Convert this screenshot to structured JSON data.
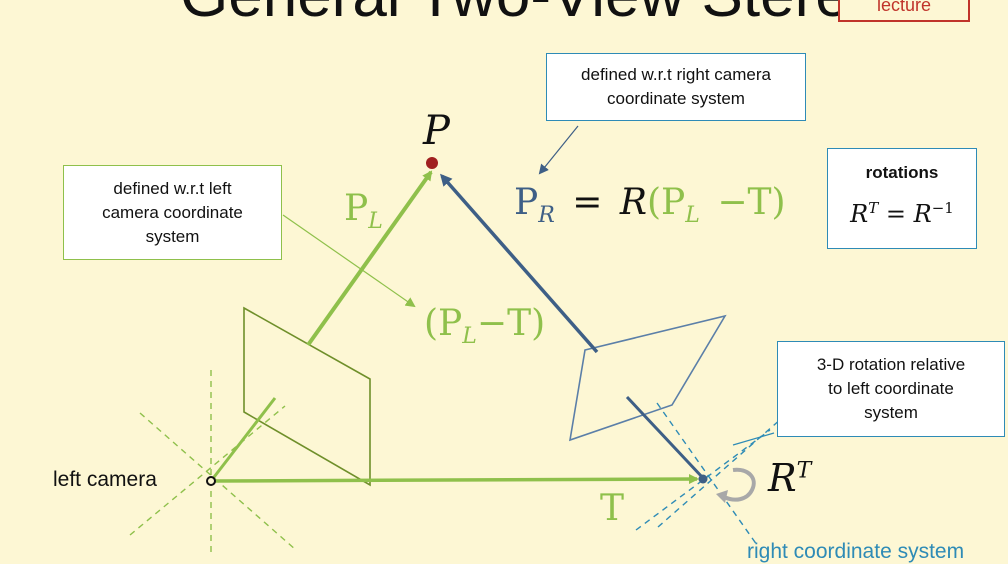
{
  "slide": {
    "title": "General Two-View Stereo",
    "badge": "lecture"
  },
  "callouts": {
    "right_frame": [
      "defined w.r.t right camera",
      "coordinate system"
    ],
    "left_frame": [
      "defined w.r.t left",
      "camera coordinate",
      "system"
    ],
    "rotations_heading": "rotations",
    "rotation_relative": [
      "3-D rotation relative",
      "to left coordinate",
      "system"
    ]
  },
  "labels": {
    "point": "P",
    "pl_main": "P",
    "pl_sub": "L",
    "pr_main": "P",
    "pr_sub": "R",
    "eq_equals": "=",
    "eq_R": "R",
    "eq_open": "(",
    "eq_P": "P",
    "eq_Psub": "L",
    "eq_minus": "−",
    "eq_T": "T",
    "eq_close": ")",
    "diff_open": "(",
    "diff_P": "P",
    "diff_sub": "L",
    "diff_minus": "−",
    "diff_T": "T",
    "diff_close": ")",
    "rot_lhs_R": "R",
    "rot_lhs_sup": "T",
    "rot_equals": "=",
    "rot_rhs_R": "R",
    "rot_rhs_sup": "−1",
    "translation": "T",
    "rt_R": "R",
    "rt_sup": "T",
    "left_camera": "left camera",
    "right_coord": "right coordinate system"
  },
  "colors": {
    "background": "#fdf7d4",
    "green": "#8fc04b",
    "dark_blue": "#3e5f86",
    "light_blue": "#2e8bb6",
    "plane_green": "#6f8f2a",
    "plane_blue": "#5b7fa8",
    "point_red": "#a02020",
    "badge_red": "#c0342a"
  },
  "icons": {
    "rotation_arrow": "curved-arrow-icon"
  }
}
